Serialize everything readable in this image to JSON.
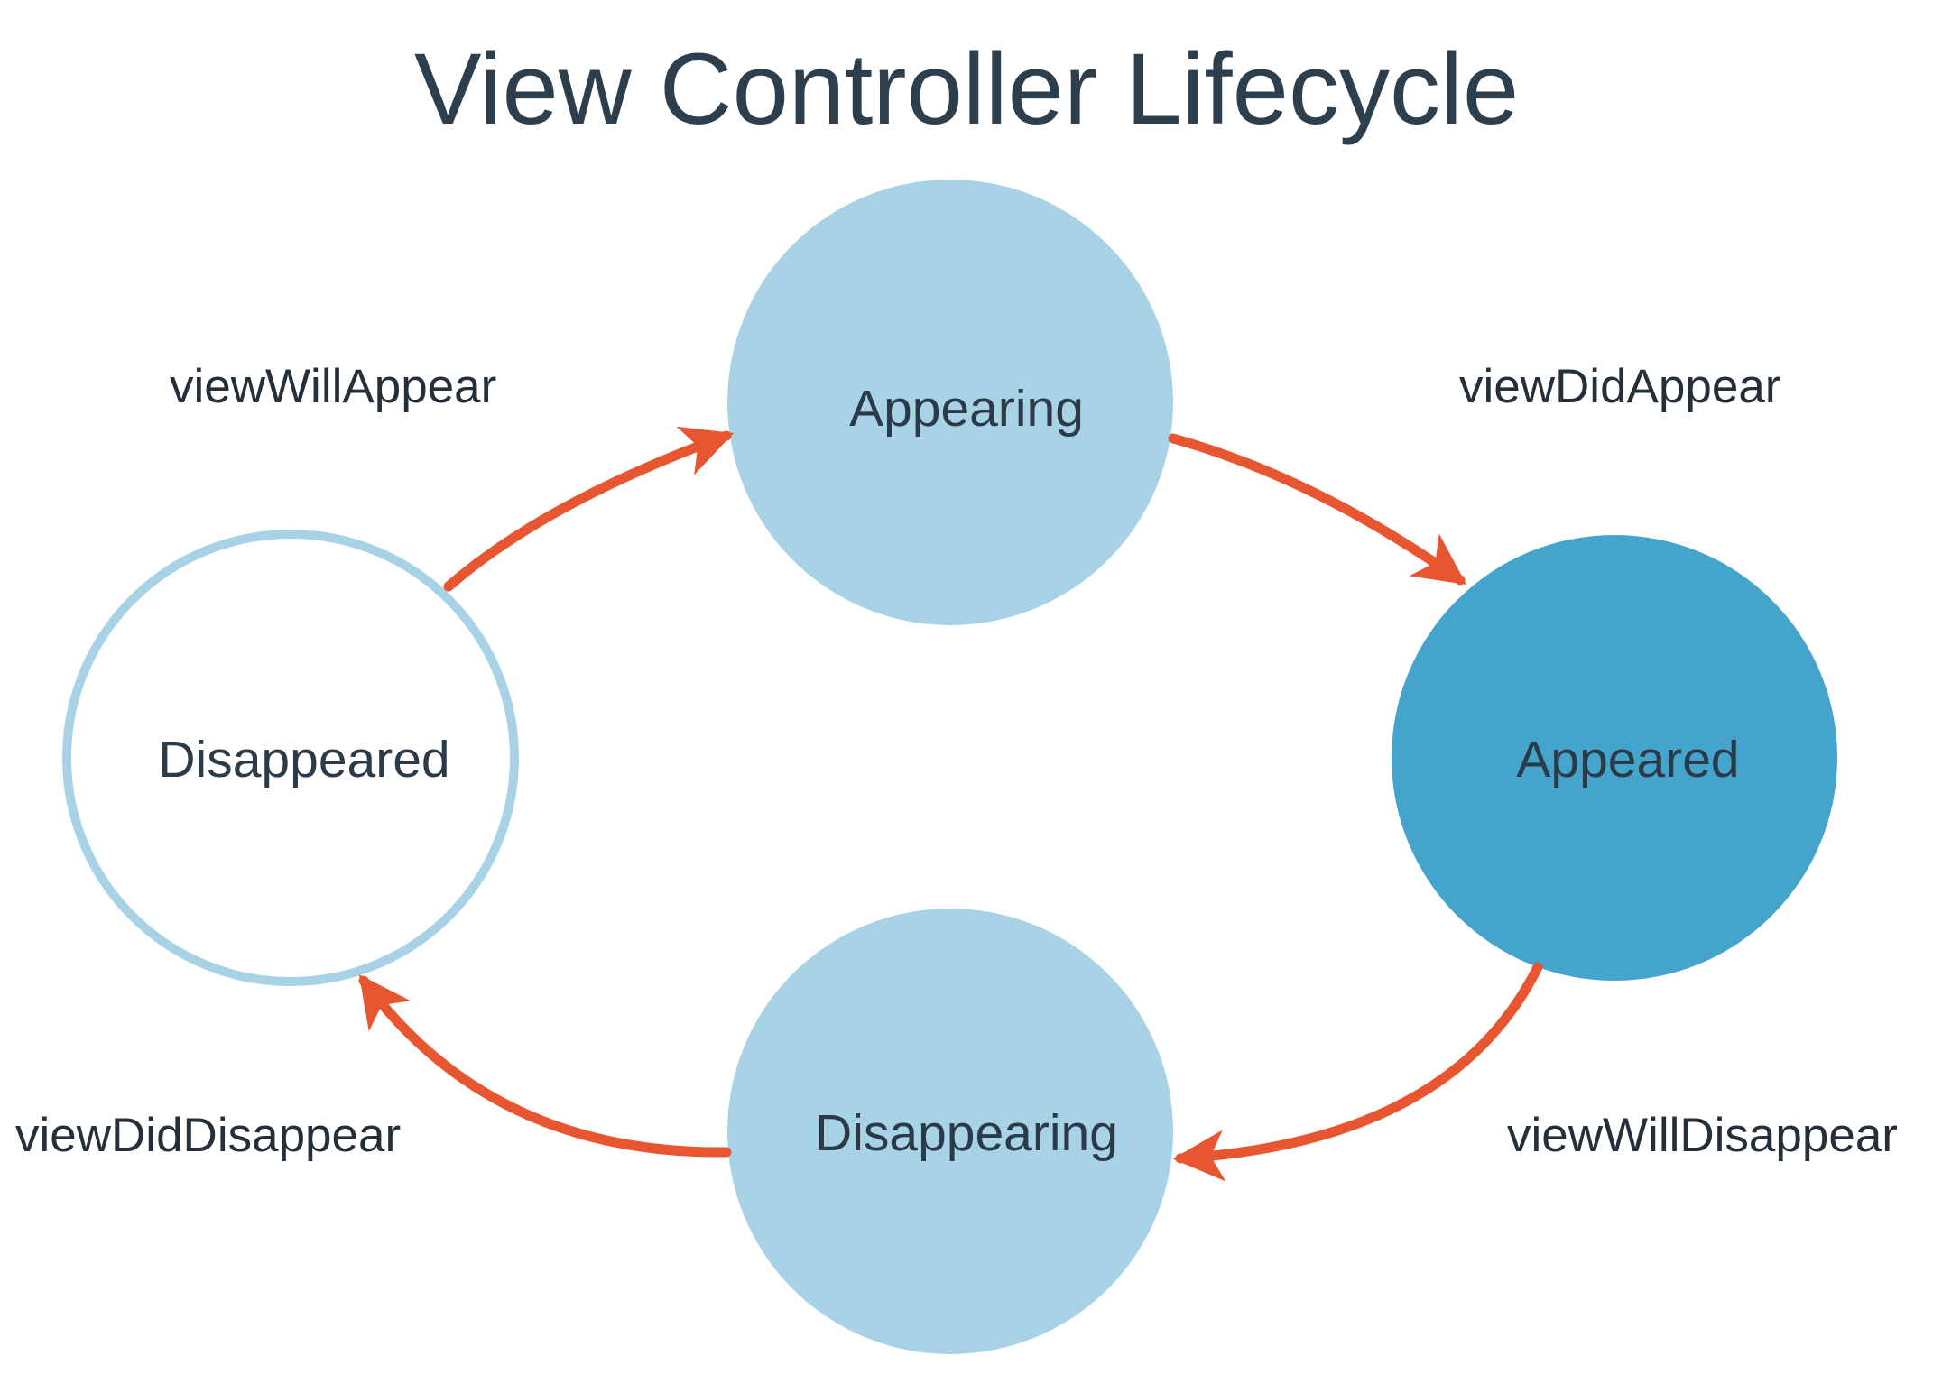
{
  "title": "View Controller Lifecycle",
  "colors": {
    "title_text": "#2d3e4c",
    "circle_light": "#a8d2e5",
    "circle_dark": "#45a4cb",
    "circle_outline": "#a8d2e5",
    "arrow": "#e85631",
    "label_text": "#2b3a48"
  },
  "states": {
    "appearing": "Appearing",
    "appeared": "Appeared",
    "disappearing": "Disappearing",
    "disappeared": "Disappeared"
  },
  "transitions": {
    "view_will_appear": "viewWillAppear",
    "view_did_appear": "viewDidAppear",
    "view_will_disappear": "viewWillDisappear",
    "view_did_disappear": "viewDidDisappear"
  }
}
